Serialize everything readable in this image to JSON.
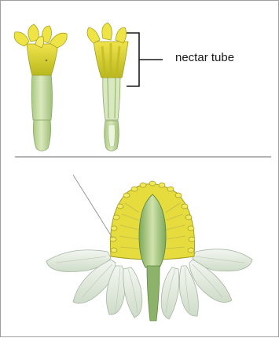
{
  "labels": {
    "nectar_tube": "nectar tube"
  },
  "colors": {
    "petal_yellow": "#e2d832",
    "floret_yellow": "#d9d33a",
    "tube_green": "#c9dfa6",
    "ray_petal": "#e8efe6",
    "leader_line": "#9a9a9a",
    "bracket": "#1a1a1a",
    "stem_green": "#8db26a"
  },
  "figures": [
    {
      "id": "whole-disc-floret"
    },
    {
      "id": "sectioned-disc-floret"
    },
    {
      "id": "flower-head-section"
    }
  ]
}
